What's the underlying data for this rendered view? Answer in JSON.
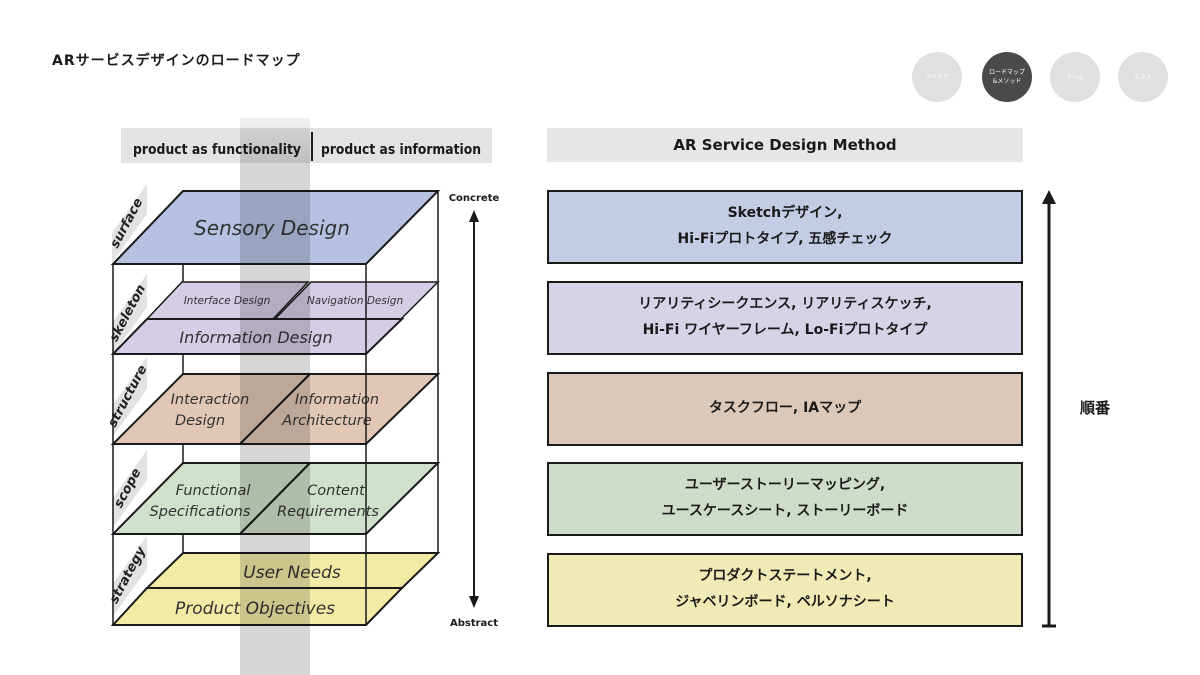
{
  "page": {
    "title": "ARサービスデザインのロードマップ"
  },
  "nav": [
    {
      "label": "アイデア",
      "active": false
    },
    {
      "label": "ロードマップ\n&メソッド",
      "active": true
    },
    {
      "label": "チーム",
      "active": false
    },
    {
      "label": "テスト",
      "active": false
    }
  ],
  "diagram": {
    "header_left": "product as functionality",
    "header_right": "product as information",
    "axis_top": "Concrete",
    "axis_bottom": "Abstract",
    "planes": {
      "surface": {
        "label": "surface",
        "items": [
          "Sensory Design"
        ]
      },
      "skeleton": {
        "label": "skeleton",
        "items": [
          "Interface Design",
          "Navigation Design",
          "Information Design"
        ]
      },
      "structure": {
        "label": "structure",
        "items": [
          "Interaction",
          "Design",
          "Information",
          "Architecture"
        ]
      },
      "scope": {
        "label": "scope",
        "items": [
          "Functional",
          "Specifications",
          "Content",
          "Requirements"
        ]
      },
      "strategy": {
        "label": "strategy",
        "items": [
          "User Needs",
          "Product Objectives"
        ]
      }
    }
  },
  "method": {
    "header": "AR Service Design Method",
    "steps": [
      {
        "text": "Sketchデザイン,\nHi-Fiプロトタイプ, 五感チェック",
        "color": "#c4cbe4"
      },
      {
        "text": "リアリティシークエンス, リアリティスケッチ,\nHi-Fi ワイヤーフレーム, Lo-Fiプロトタイプ",
        "color": "#d8d2e6"
      },
      {
        "text": "タスクフロー, IAマップ",
        "color": "#dcc8b8"
      },
      {
        "text": "ユーザーストーリーマッピング,\nユースケースシート, ストーリーボード",
        "color": "#d0dccb"
      },
      {
        "text": "プロダクトステートメント,\nジャベリンボード, ペルソナシート",
        "color": "#f0eab6"
      }
    ],
    "order_label": "順番"
  },
  "colors": {
    "surface": "#b7c2e3",
    "skeleton": "#d6cce6",
    "structure": "#e2c7b5",
    "scope": "#d1e0cd",
    "strategy": "#f1eba6",
    "nav_inactive": "#e0e0e0",
    "nav_active": "#4a4a4a"
  }
}
